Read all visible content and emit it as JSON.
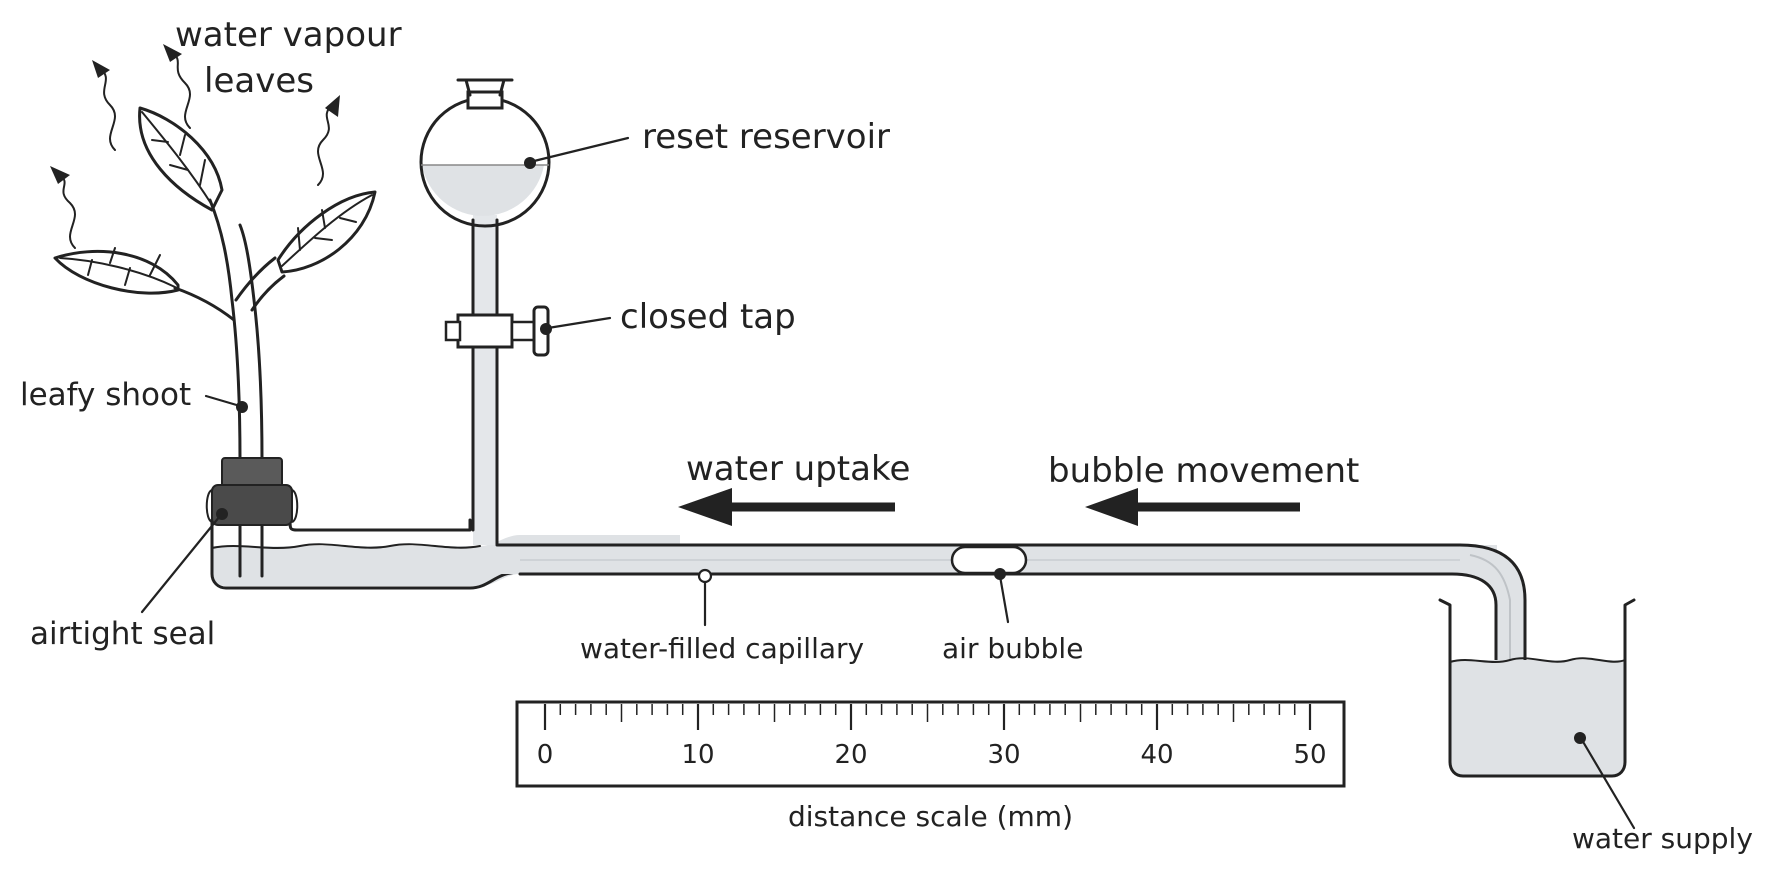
{
  "labels": {
    "water_vapour": "water vapour",
    "leaves": "leaves",
    "leafy_shoot": "leafy shoot",
    "airtight_seal": "airtight seal",
    "reset_reservoir": "reset reservoir",
    "closed_tap": "closed tap",
    "water_uptake": "water uptake",
    "bubble_movement": "bubble movement",
    "water_filled_capillary": "water-filled capillary",
    "air_bubble": "air bubble",
    "water_supply": "water supply",
    "distance_scale": "distance scale (mm)"
  },
  "scale": {
    "numbers": [
      "0",
      "10",
      "20",
      "30",
      "40",
      "50"
    ],
    "min": 0,
    "max": 50
  },
  "colors": {
    "water": "#dfe2e5",
    "seal": "#4a4a4a",
    "seal_top": "#5a5a5a",
    "ink": "#222222",
    "arrow": "#222222"
  },
  "bubble_position_mm": 30
}
